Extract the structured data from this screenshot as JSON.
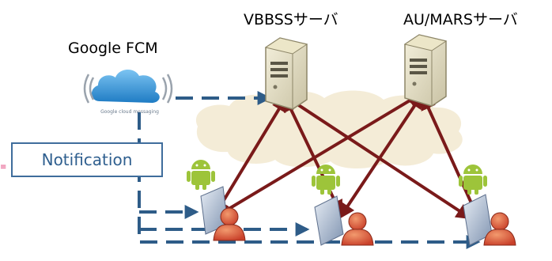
{
  "labels": {
    "vbbss_server": "VBBSSサーバ",
    "au_mars_server": "AU/MARSサーバ",
    "google_fcm": "Google FCM",
    "cloud_caption": "Google cloud messaging",
    "notification": "Notification"
  },
  "colors": {
    "push_line": "#2e5c88",
    "connection_arrow": "#7a1a1a",
    "notification_border": "#3f6d9c",
    "cloud": "#3a96d8",
    "android": "#9dc43a",
    "user": "#e05a40"
  },
  "icons": {
    "server": "server-icon",
    "cloud": "cloud-icon",
    "android": "android-icon",
    "phone": "phone-icon",
    "user": "user-icon"
  }
}
